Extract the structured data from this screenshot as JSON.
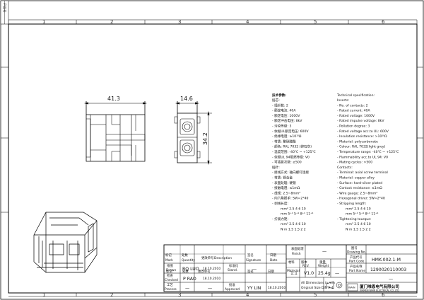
{
  "grid": {
    "top": [
      "1",
      "2",
      "3",
      "4",
      "5",
      "6"
    ],
    "bottom": [
      "1",
      "2",
      "3",
      "4",
      "5",
      "6"
    ],
    "side_left_tab": "产品号"
  },
  "dimensions": {
    "width_side": "41.3",
    "width_front": "14.6",
    "height_front": "34.2"
  },
  "spec_cn": {
    "title": "技术参数:",
    "items": [
      "插芯:",
      "- 插针数: 2",
      "- 额定电流: 40A",
      "- 额定电压: 1000V",
      "- 额定冲击电压: 8kV",
      "- 污染等级: 3",
      "- 依据UL额定电压: 600V",
      "- 绝缘电阻: ≥10¹⁰Ω",
      "- 材质: 聚碳酸酯",
      "- 颜色: RAL 7032 (卵石灰)",
      "- 温度范围: -40℃ ~ +125℃",
      "- 依据UL 94阻燃等级: V0",
      "- 可插拔次数: ≥500",
      "插针:",
      "- 接线方式: 轴向螺钉连接",
      "- 材质: 铜合金",
      "- 表面处理: 硬银",
      "- 接触电阻: ≤1mΩ",
      "- 线规: 2.5~8mm²",
      "- 内六角扳手: SW=2*40",
      "- 剥线长度:",
      "mm²  2.5   4    6    10",
      "mm   5⁺¹  5⁺¹  8⁺¹  11⁺¹",
      "- 拧紧力矩:",
      "mm²  2.5   4    6    10",
      "N·m  1.5   1.5   2    2"
    ]
  },
  "spec_en": {
    "title": "Technical specification:",
    "items": [
      "Inserts:",
      "- No. of contacts: 2",
      "- Rated current: 40A",
      "- Rated voltage: 1000V",
      "- Rated impulse voltage: 8kV",
      "- Pollution degree: 3",
      "- Rated voltage acc.to UL: 600V",
      "- Insulation resistance: >10¹⁰Ω",
      "- Material: polycarbonate",
      "- Colour: RAL 7032(light grey)",
      "- Temperature range: -40℃ ~ +125℃",
      "- Flammability acc.to UL 94: V0",
      "- Mating cycles: >500",
      "Contacts:",
      "- Terminal: axial screw terminal",
      "- Material: copper alloy",
      "- Surface: hard-silver plated",
      "- Contact resistance: ≤1mΩ",
      "- Wire gauge: 2.5~8mm²",
      "- Hexagonal driver: SW=2*40",
      "- Stripping length:",
      "mm²  2.5   4    6    10",
      "mm   5⁺¹  5⁺¹  8⁺¹  11⁺¹",
      "- Tightening tourque:",
      "mm²  2.5   4    6    10",
      "N·m  1.5   1.5   2    2"
    ]
  },
  "title_block": {
    "finish_cn": "表面处理",
    "finish_en": "Finish",
    "finish_val": "—",
    "material_cn": "材料",
    "material_en": "Material",
    "material_val": "—",
    "drawing_no_cn": "图号",
    "drawing_no_en": "Drawing No.",
    "drawing_no_val": "HMK-002.1-M",
    "part_code_cn": "产品代号",
    "part_code_en": "Part Code",
    "part_code_val": "1290020110003",
    "part_name_cn": "产品名称",
    "part_name_en": "Part Name",
    "part_name_val": "—",
    "scale_cn": "比例",
    "scale_en": "Scale",
    "scale_val": "1:1",
    "rev_cn": "版本",
    "rev_en": "REV.",
    "rev_val": "V1.0",
    "weight_cn": "重量",
    "weight_en": "Weight",
    "weight_val": "25.4g",
    "mark_cn": "标记",
    "mark_en": "Mark",
    "count_cn": "处数",
    "count_en": "Quantity",
    "change_cn": "更改单号",
    "change_en": "Description",
    "sign_cn": "签名",
    "sign_en": "Signature",
    "date_cn": "日期",
    "date_en": "Date",
    "drawn_cn": "绘图",
    "drawn_en": "Drawn",
    "drawn_name": "BQ LUO",
    "drawn_date": "18.10.2010",
    "checked_cn": "检查",
    "checked_en": "Checked",
    "checked_name": "P RAO",
    "checked_date": "18.10.2010",
    "process_cn": "工艺",
    "process_en": "Process",
    "std_cn": "标准化",
    "std_en": "Stand.",
    "approved_cn": "批准",
    "approved_en": "Approved",
    "approved_name": "YY LIN",
    "approved_date": "18.10.2010",
    "dash": "—",
    "dims_note1": "All Dimensions in mm",
    "dims_note2": "Original Size DIN A 4",
    "company_cn": "厦门唯恩电气有限公司",
    "company_en": "XIAMEN WAIN ELECTRICAL CO.,LTD",
    "logo_text": "WAIN"
  }
}
